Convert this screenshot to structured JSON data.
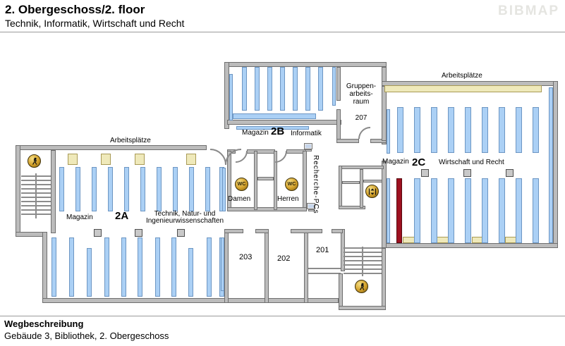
{
  "header": {
    "title": "2. Obergeschoss/2. floor",
    "subtitle": "Technik, Informatik, Wirtschaft und Recht",
    "logo": "BIBMAP"
  },
  "footer": {
    "heading": "Wegbeschreibung",
    "description": "Gebäude 3, Bibliothek, 2. Obergeschoss"
  },
  "plan": {
    "labels": {
      "workspaces_left": "Arbeitsplätze",
      "workspaces_right": "Arbeitsplätze",
      "magazin_2a": "Magazin",
      "code_2a": "2A",
      "subject_2a_l1": "Technik, Natur- und",
      "subject_2a_l2": "Ingenieurwissenschaften",
      "magazin_2b": "Magazin",
      "code_2b": "2B",
      "subject_2b": "Informatik",
      "magazin_2c": "Magazin",
      "code_2c": "2C",
      "subject_2c": "Wirtschaft und Recht",
      "group_room_l1": "Gruppen-",
      "group_room_l2": "arbeits-",
      "group_room_l3": "raum",
      "group_room_no": "207",
      "wc_damen": "Damen",
      "wc_herren": "Herren",
      "wc_badge": "WC",
      "recherche_pcs": "Recherche-PCs",
      "room_201": "201",
      "room_202": "202",
      "room_203": "203"
    },
    "icons": {
      "stairs": "stairs-icon",
      "elevator": "elevator-icon",
      "wc": "wc-icon",
      "pc": "pc-icon"
    },
    "colors": {
      "shelf": "#abd0f5",
      "shelf_border": "#6d96c3",
      "desk": "#efe9ba",
      "highlight_shelf": "#9e1020",
      "wall": "#bcbcbc",
      "icon_gold": "#d2a02a"
    }
  }
}
